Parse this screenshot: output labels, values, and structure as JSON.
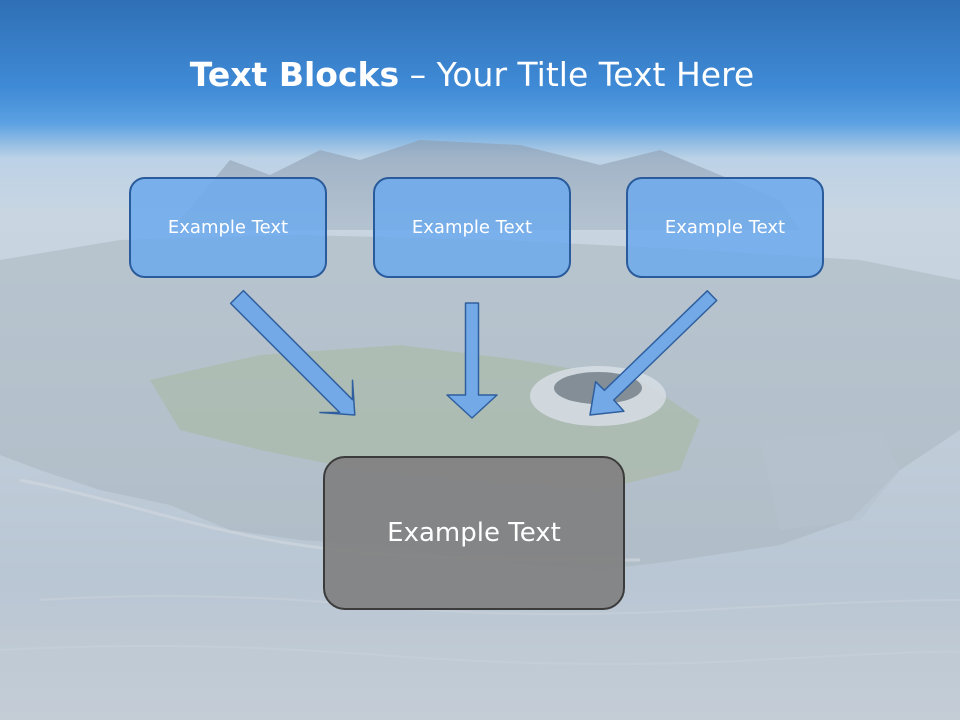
{
  "title": {
    "bold": "Text Blocks",
    "rest": " – Your Title Text Here"
  },
  "blocks": [
    {
      "label": "Example Text"
    },
    {
      "label": "Example Text"
    },
    {
      "label": "Example Text"
    }
  ],
  "main_block": {
    "label": "Example Text"
  },
  "colors": {
    "header_blue": "#3f8ad6",
    "block_fill": "#6eabec",
    "block_border": "#2a5b9c",
    "main_fill": "#808080",
    "arrow_fill": "#73a9e6",
    "arrow_stroke": "#2f5f9e"
  }
}
